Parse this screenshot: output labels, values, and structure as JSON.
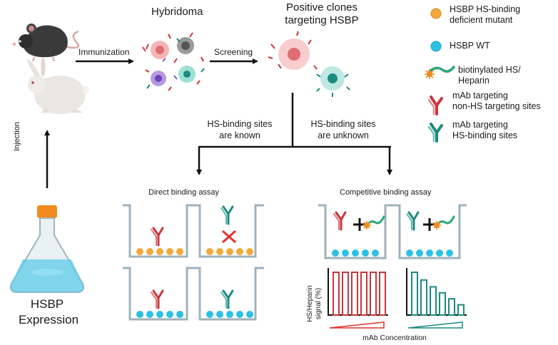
{
  "flow": {
    "hybridoma": "Hybridoma",
    "positive_clones_line1": "Positive clones",
    "positive_clones_line2": "targeting HSBP",
    "immunization": "Immunization",
    "screening": "Screening",
    "injection": "Injection",
    "expression_line1": "HSBP",
    "expression_line2": "Expression",
    "known_line1": "HS-binding sites",
    "known_line2": "are known",
    "unknown_line1": "HS-binding sites",
    "unknown_line2": "are unknown"
  },
  "legend": [
    {
      "text_line1": "HSBP HS-binding",
      "text_line2": "deficient mutant",
      "icon": "orange-circle-icon",
      "color": "#f2a93b"
    },
    {
      "text_line1": "HSBP WT",
      "text_line2": "",
      "icon": "blue-circle-icon",
      "color": "#2cc1e4"
    },
    {
      "text_line1": "biotinylated HS/",
      "text_line2": "Heparin",
      "icon": "heparin-icon",
      "color": "#2aa876"
    },
    {
      "text_line1": "mAb targeting",
      "text_line2": "non-HS targeting sites",
      "icon": "red-antibody-icon",
      "color": "#c8363c"
    },
    {
      "text_line1": "mAb targeting",
      "text_line2": "HS-binding sites",
      "icon": "teal-antibody-icon",
      "color": "#1d8a80"
    }
  ],
  "assays": {
    "direct": "Direct binding assay",
    "competitive": "Competitive binding assay",
    "ylabel_line1": "HS/Heparin",
    "ylabel_line2": "signal (%)",
    "xlabel": "mAb Concentration"
  },
  "chart_data": [
    {
      "type": "bar",
      "series": [
        {
          "values": [
            100,
            100,
            100,
            100,
            100,
            100
          ]
        }
      ]
    },
    {
      "type": "bar",
      "series": [
        {
          "values": [
            100,
            82,
            66,
            52,
            38,
            24
          ]
        }
      ]
    }
  ],
  "colors": {
    "red": "#c8363c",
    "teal": "#1d8a80",
    "orange": "#f2a93b",
    "blue": "#2cc1e4"
  }
}
